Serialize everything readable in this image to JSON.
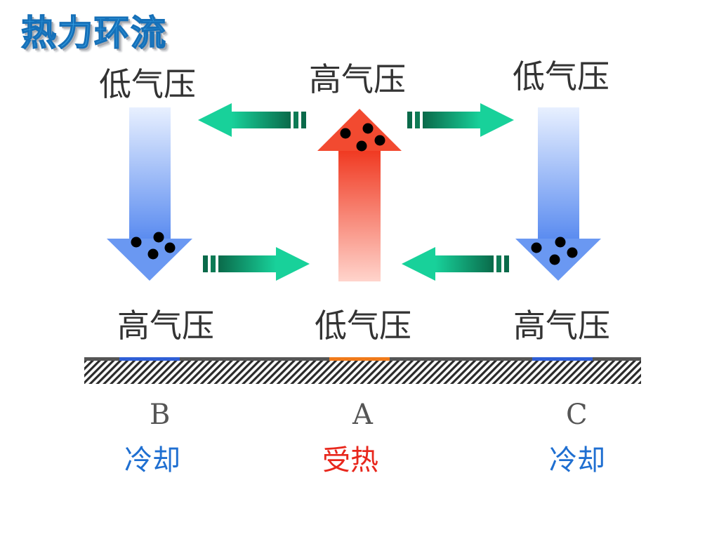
{
  "title": "热力环流",
  "top_labels": {
    "left": "低气压",
    "center": "高气压",
    "right": "低气压"
  },
  "bottom_labels": {
    "left": "高气压",
    "center": "低气压",
    "right": "高气压"
  },
  "sites": {
    "left": {
      "letter": "B",
      "state": "冷却"
    },
    "center": {
      "letter": "A",
      "state": "受热"
    },
    "right": {
      "letter": "C",
      "state": "冷却"
    }
  },
  "colors": {
    "cool_arrow": "#6a98f2",
    "warm_arrow": "#f24a30",
    "flow_arrow": "#13c38f",
    "cool_text": "#1f6fd1",
    "warm_text": "#e8271c",
    "cool_mark": "#2f5fd6",
    "warm_mark": "#f07a1a"
  }
}
